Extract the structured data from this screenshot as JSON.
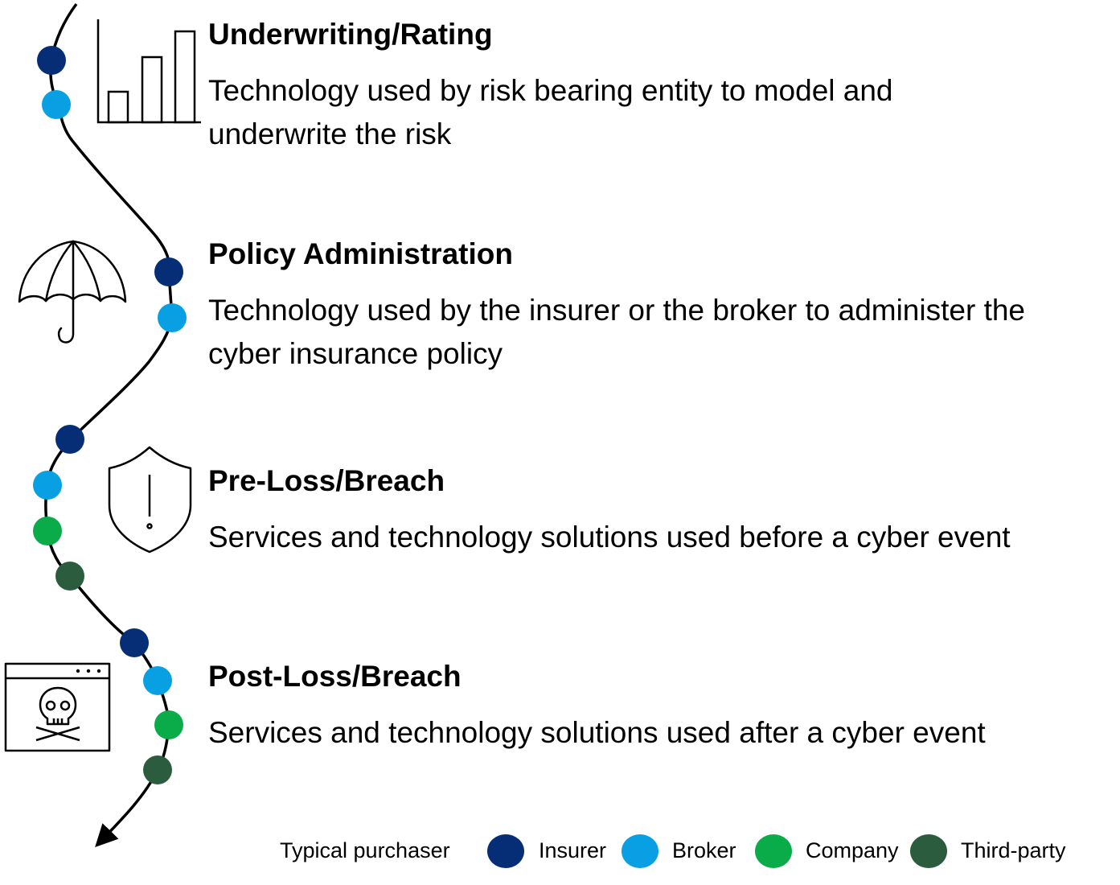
{
  "stages": [
    {
      "title": "Underwriting/Rating",
      "description": "Technology used by risk bearing entity to model and underwrite the risk",
      "icon": "bar-chart-icon"
    },
    {
      "title": "Policy Administration",
      "description": "Technology used by the insurer or the broker to administer the cyber insurance policy",
      "icon": "umbrella-icon"
    },
    {
      "title": "Pre-Loss/Breach",
      "description": "Services and technology solutions used before a cyber event",
      "icon": "shield-alert-icon"
    },
    {
      "title": "Post-Loss/Breach",
      "description": "Services and technology solutions used after a cyber event",
      "icon": "skull-browser-icon"
    }
  ],
  "legend": {
    "title": "Typical purchaser",
    "items": [
      {
        "label": "Insurer",
        "color": "#062e76"
      },
      {
        "label": "Broker",
        "color": "#08a0e2"
      },
      {
        "label": "Company",
        "color": "#0aac4a"
      },
      {
        "label": "Third-party",
        "color": "#2a5c3d"
      }
    ]
  },
  "colors": {
    "insurer": "#062e76",
    "broker": "#08a0e2",
    "company": "#0aac4a",
    "third_party": "#2a5c3d",
    "line": "#000000"
  }
}
